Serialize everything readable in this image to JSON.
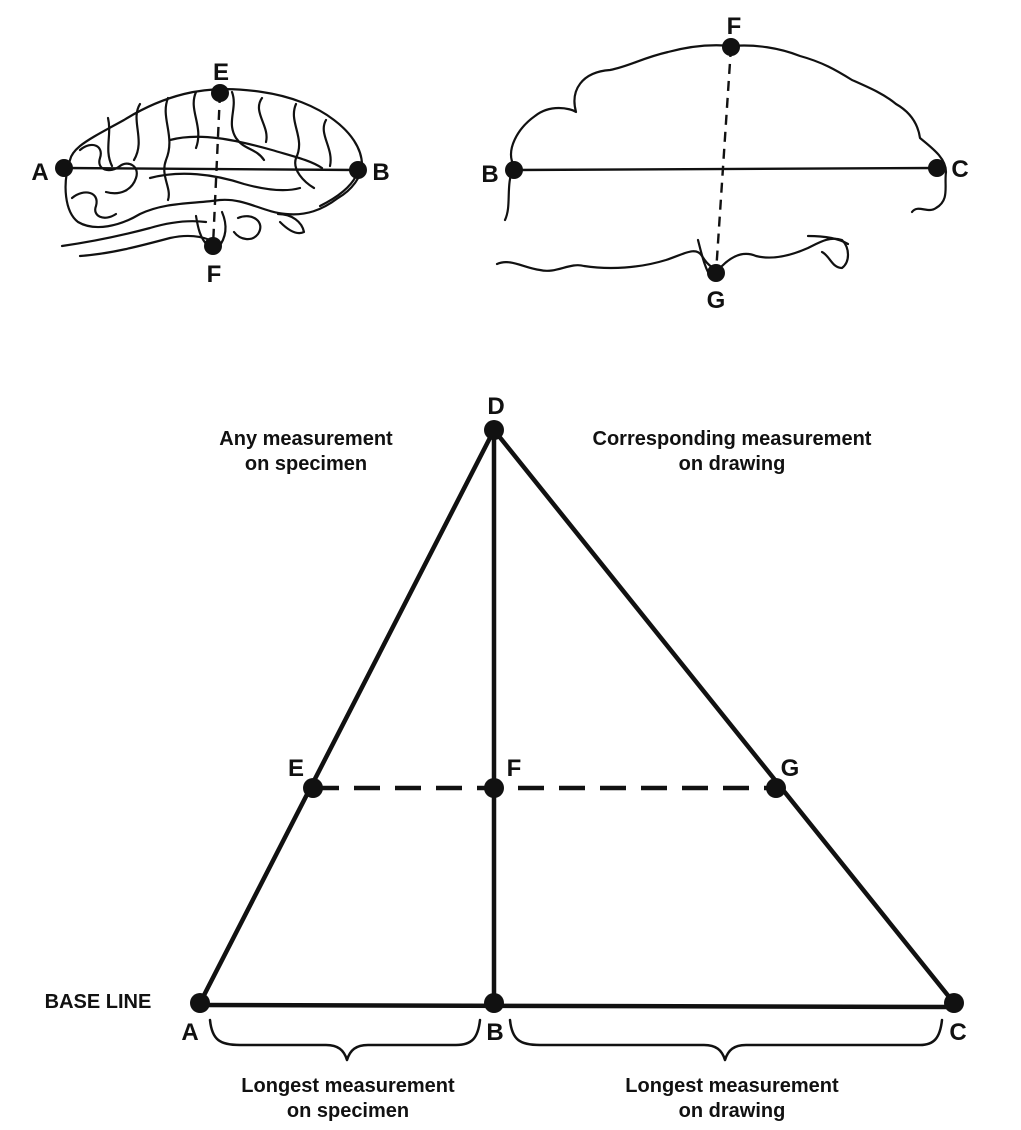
{
  "colors": {
    "ink": "#111111",
    "background": "#ffffff"
  },
  "brain_diagram": {
    "points": {
      "a": "A",
      "b": "B",
      "e": "E",
      "f": "F"
    }
  },
  "outline_diagram": {
    "points": {
      "b": "B",
      "c": "C",
      "f": "F",
      "g": "G"
    }
  },
  "triangle_diagram": {
    "points": {
      "a": "A",
      "b": "B",
      "c": "C",
      "d": "D",
      "e": "E",
      "f": "F",
      "g": "G"
    },
    "base_line_label": "BASE LINE",
    "captions": {
      "specimen_any": [
        "Any measurement",
        "on specimen"
      ],
      "drawing_corresponding": [
        "Corresponding measurement",
        "on drawing"
      ],
      "specimen_longest": [
        "Longest measurement",
        "on specimen"
      ],
      "drawing_longest": [
        "Longest measurement",
        "on drawing"
      ]
    }
  }
}
